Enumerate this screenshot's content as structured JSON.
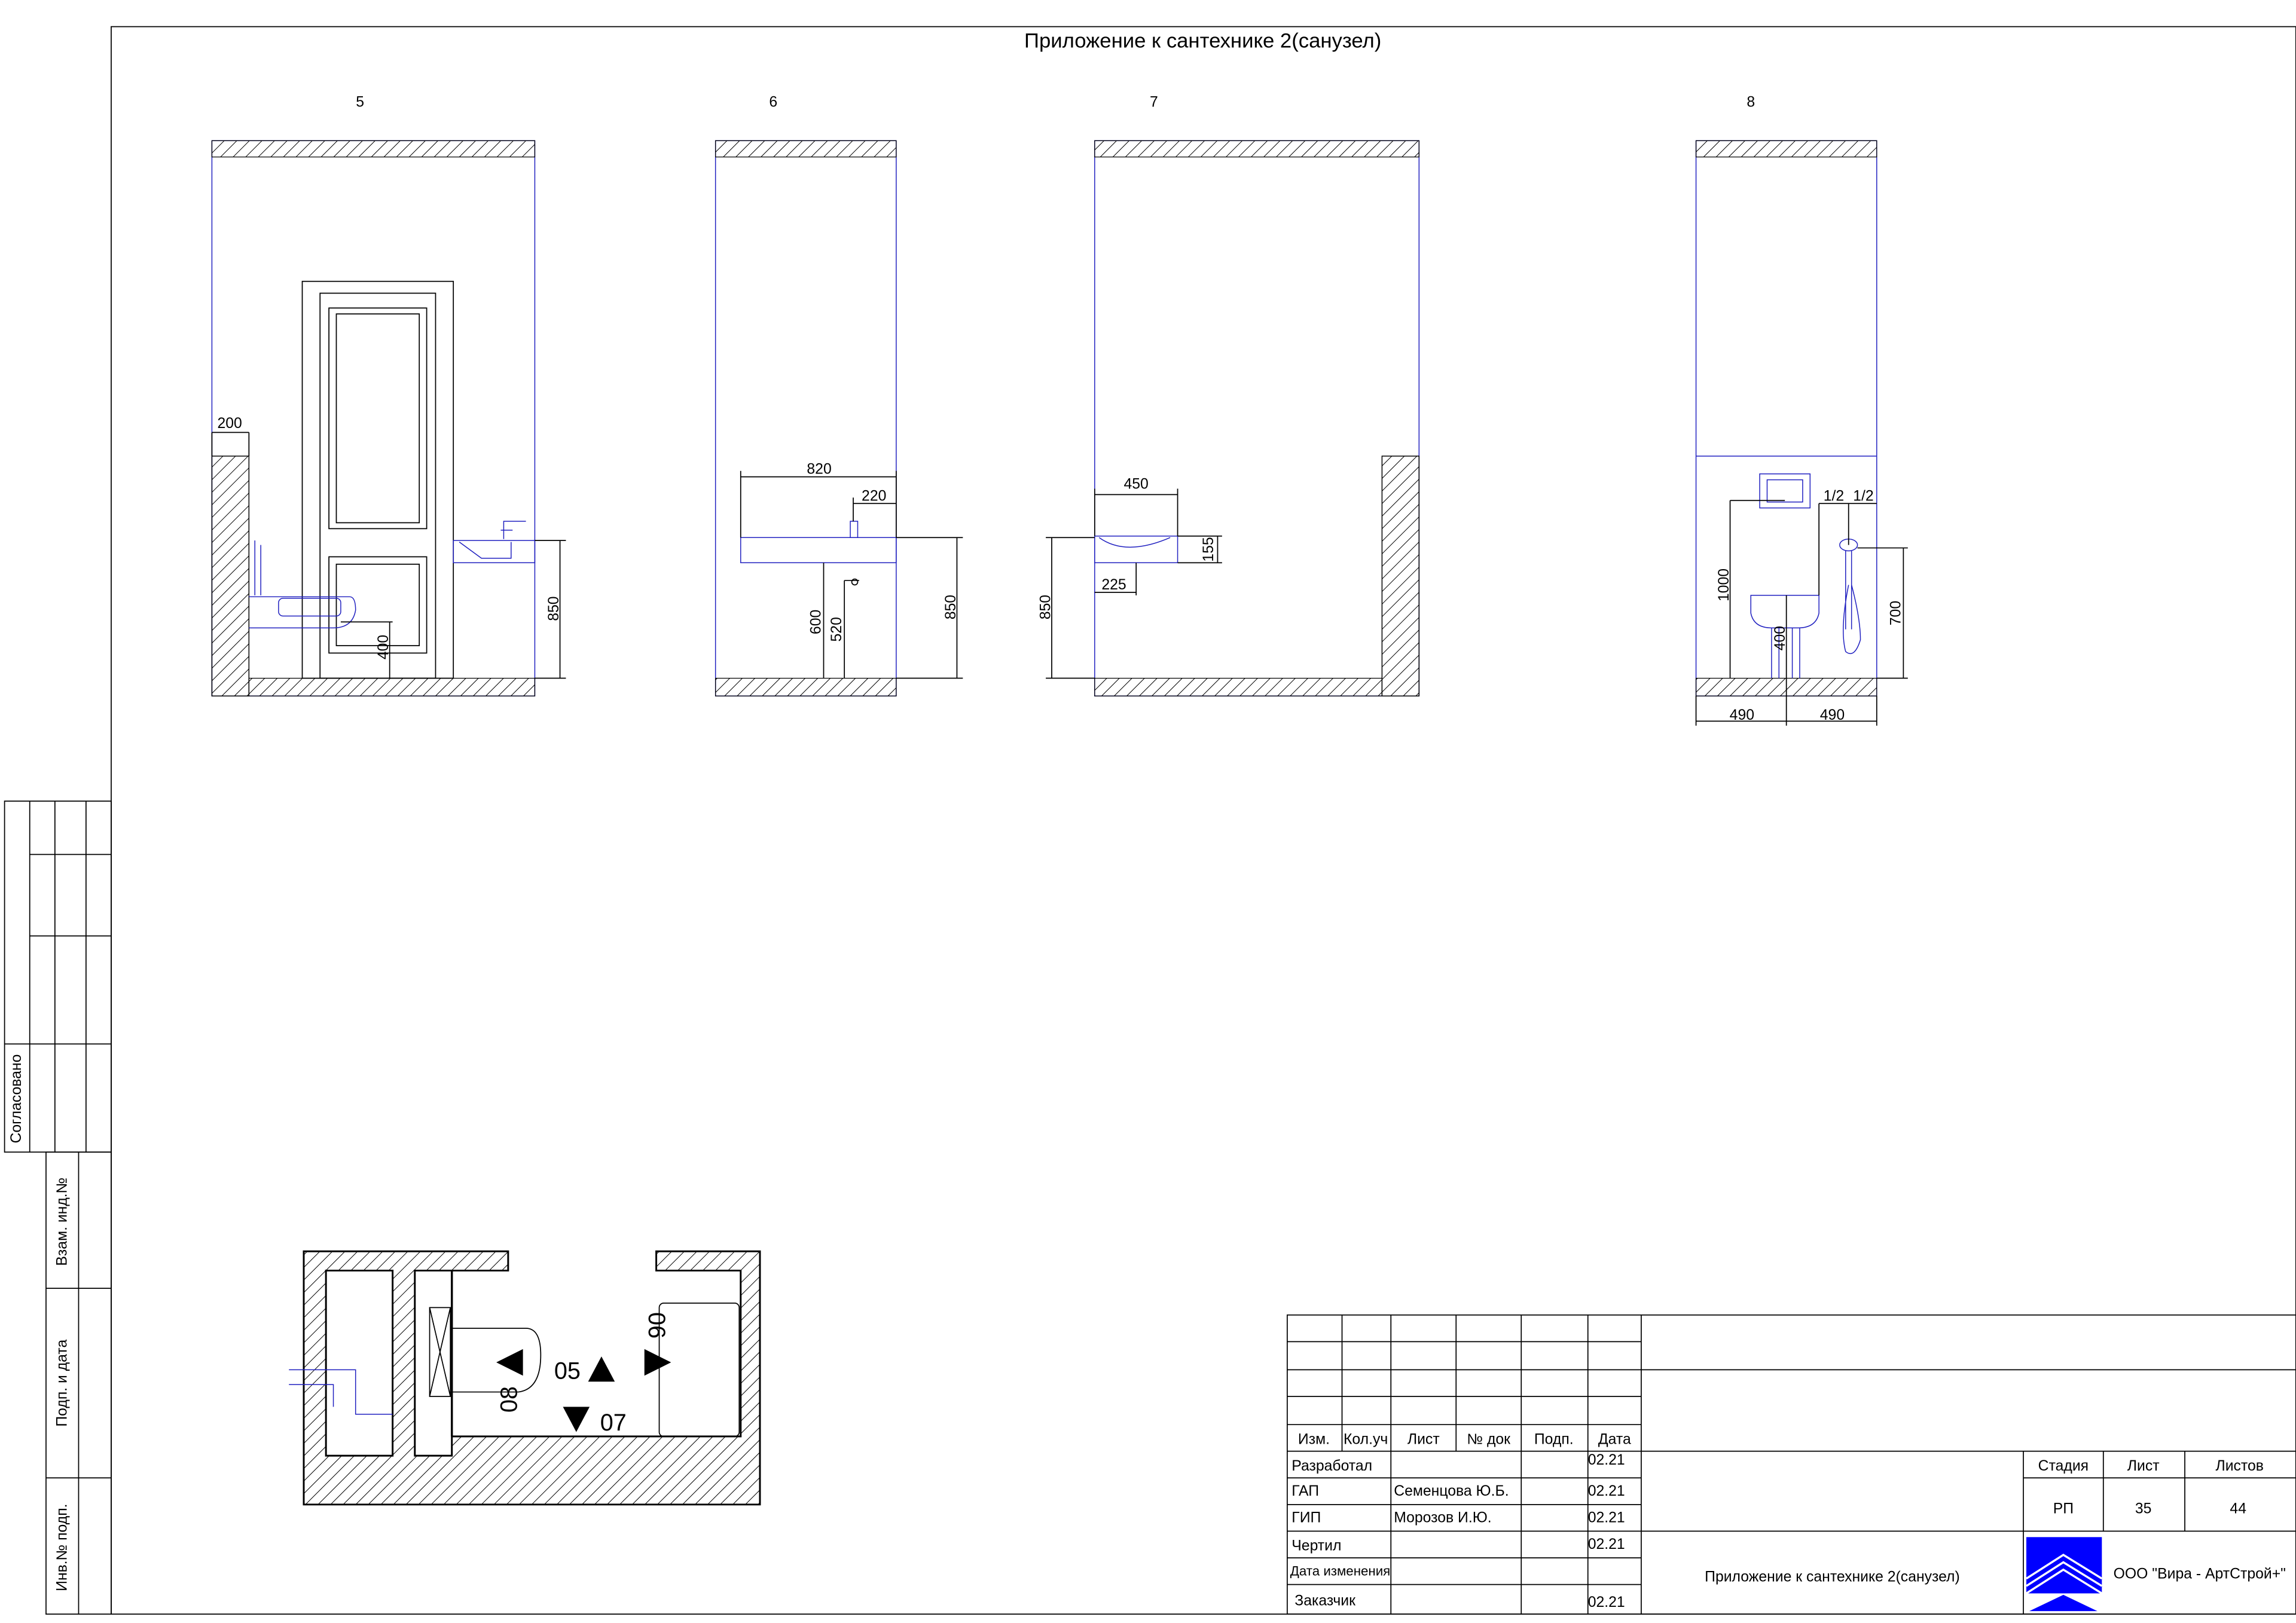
{
  "sheet_title": "Приложение к сантехнике 2(санузел)",
  "views": [
    {
      "label": "5",
      "dims": {
        "left": "200",
        "toilet_height": "400",
        "vanity_height": "850"
      }
    },
    {
      "label": "6",
      "dims": {
        "width": "820",
        "faucet_offset": "220",
        "height": "850",
        "drain_a": "600",
        "drain_b": "520"
      }
    },
    {
      "label": "7",
      "dims": {
        "width": "450",
        "depth": "155",
        "offset": "225",
        "height": "850"
      }
    },
    {
      "label": "8",
      "dims": {
        "flush_height": "1000",
        "toilet_height": "400",
        "half_a": "1/2",
        "half_b": "1/2",
        "shower_height": "700",
        "left_width": "490",
        "right_width": "490"
      }
    }
  ],
  "plan": {
    "markers": [
      "05",
      "06",
      "07",
      "08"
    ]
  },
  "side_stamp": {
    "agreed": "Согласовано",
    "replace_inv": "Взам. инд.№",
    "sign_date": "Подп. и дата",
    "inv_no": "Инв.№ подп."
  },
  "title_block": {
    "headers": [
      "Изм.",
      "Кол.уч",
      "Лист",
      "№ док",
      "Подп.",
      "Дата"
    ],
    "rows": [
      {
        "role": "Разработал",
        "name": "",
        "date": "02.21"
      },
      {
        "role": "ГАП",
        "name": "Семенцова Ю.Б.",
        "date": "02.21"
      },
      {
        "role": "ГИП",
        "name": "Морозов И.Ю.",
        "date": "02.21"
      },
      {
        "role": "Чертил",
        "name": "",
        "date": "02.21"
      },
      {
        "role": "Дата изменения",
        "name": "",
        "date": ""
      },
      {
        "role": "Заказчик",
        "name": "",
        "date": "02.21"
      }
    ],
    "stage_label": "Стадия",
    "sheet_label": "Лист",
    "sheets_label": "Листов",
    "stage": "РП",
    "sheet": "35",
    "sheets": "44",
    "drawing_name": "Приложение к сантехнике 2(санузел)",
    "company": "ООО \"Вира - АртСтрой+\"",
    "logo_color": "#0000ff"
  }
}
